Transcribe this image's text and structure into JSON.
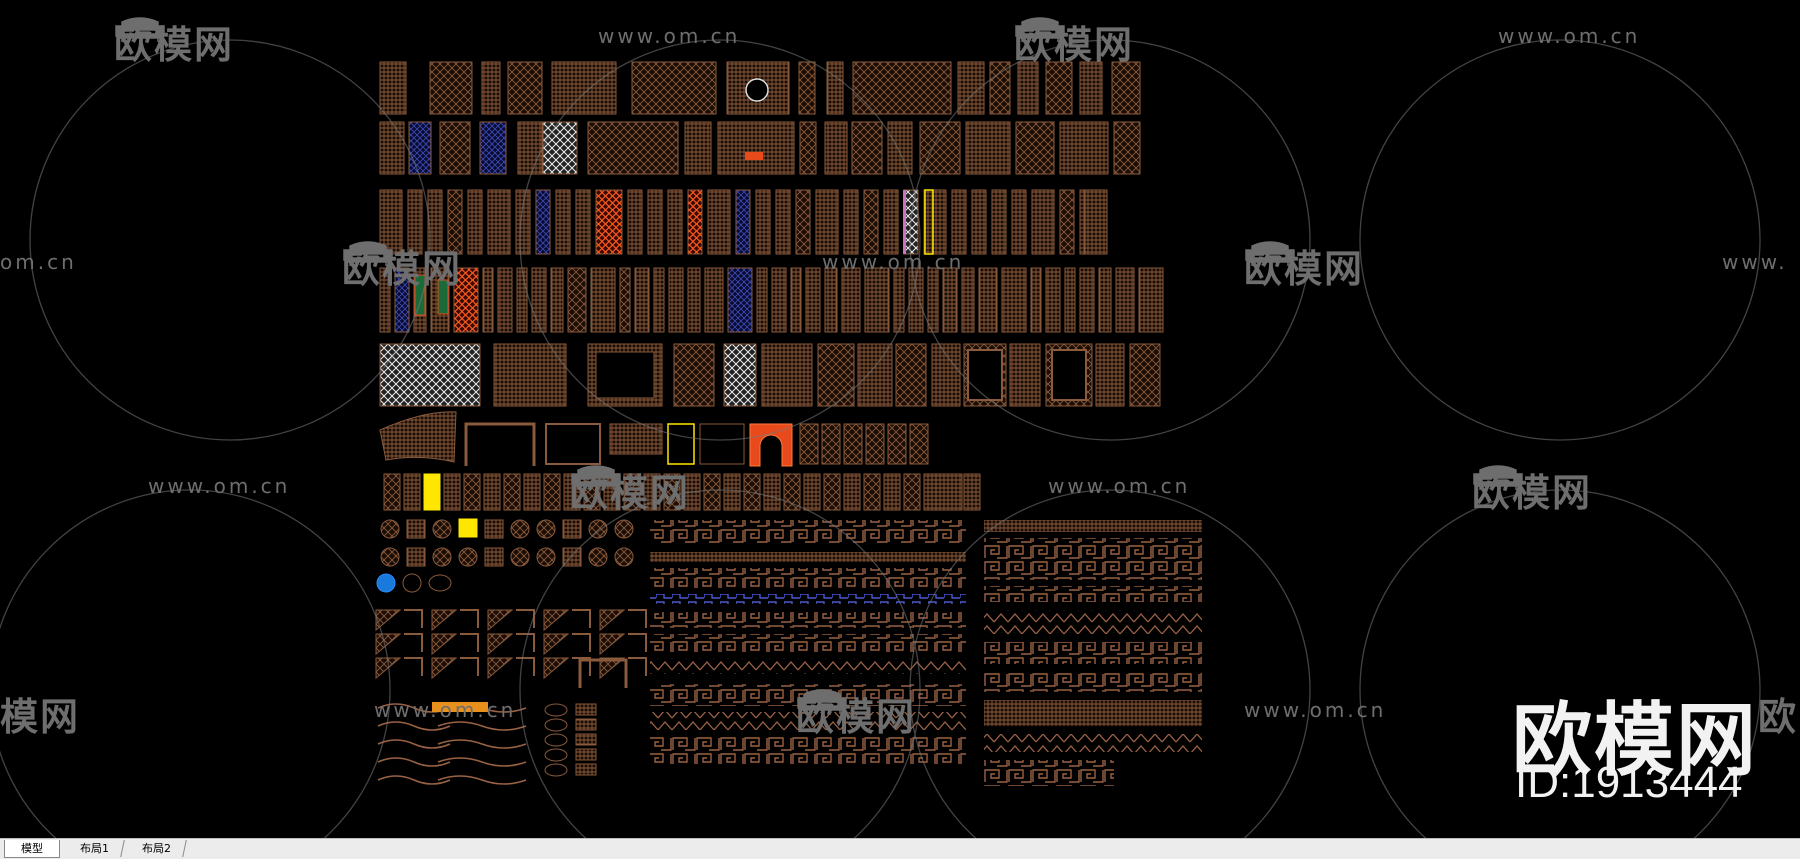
{
  "watermarks": {
    "url_text": "www.om.cn",
    "logo_text": "欧模网",
    "partial_url_text": "om.cn",
    "partial_url_right_text": "www.",
    "partial_logo_left_text": "模网",
    "partial_logo_right_text": "欧"
  },
  "brand": {
    "mark_text": "欧模网",
    "id_text": "ID:1913444"
  },
  "tabs": [
    {
      "label": "模型",
      "active": true
    },
    {
      "label": "布局1",
      "active": false
    },
    {
      "label": "布局2",
      "active": false
    }
  ],
  "colors": {
    "background": "#000000",
    "wood": "#8a5a3c",
    "highlight_red": "#e84a1c",
    "highlight_yellow": "#ffe600",
    "highlight_blue": "#2a3a9a",
    "highlight_white": "#e6e6e6",
    "watermark": "#6e6e6e"
  },
  "icons": [
    "sofa-logo-icon"
  ]
}
